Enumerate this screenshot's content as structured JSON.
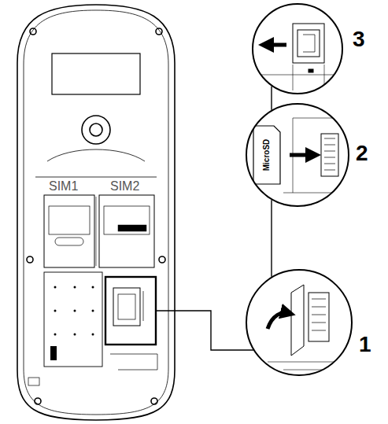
{
  "diagram": {
    "nodes": [
      {
        "text": [
          "3"
        ]
      },
      {
        "text": [
          "2"
        ]
      },
      {
        "text": [
          "1"
        ]
      }
    ],
    "edges": [
      {
        "from": 0,
        "to": 1,
        "arrow": "none"
      },
      {
        "from": 1,
        "to": 2,
        "arrow": "none"
      }
    ],
    "labels": [
      "SIM1",
      "SIM2",
      "MicroSD"
    ]
  }
}
